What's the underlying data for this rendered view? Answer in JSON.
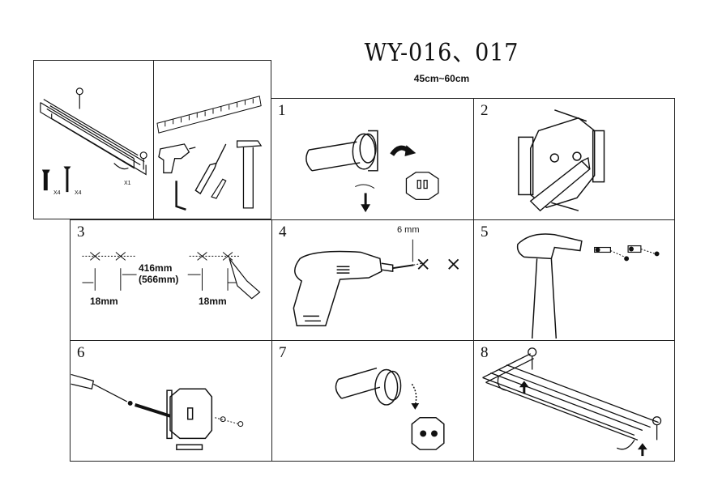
{
  "header": {
    "model": "WY-016、017",
    "size_range": "45cm~60cm"
  },
  "parts": {
    "rack_qty": "X1",
    "anchor_qty": "X4",
    "screw_qty": "X4"
  },
  "steps": [
    {
      "number": "1"
    },
    {
      "number": "2"
    },
    {
      "number": "3",
      "spacing_a": "416mm",
      "spacing_b": "(566mm)",
      "edge_left": "18mm",
      "edge_right": "18mm"
    },
    {
      "number": "4",
      "drill_size": "6 mm"
    },
    {
      "number": "5"
    },
    {
      "number": "6"
    },
    {
      "number": "7"
    },
    {
      "number": "8"
    }
  ]
}
